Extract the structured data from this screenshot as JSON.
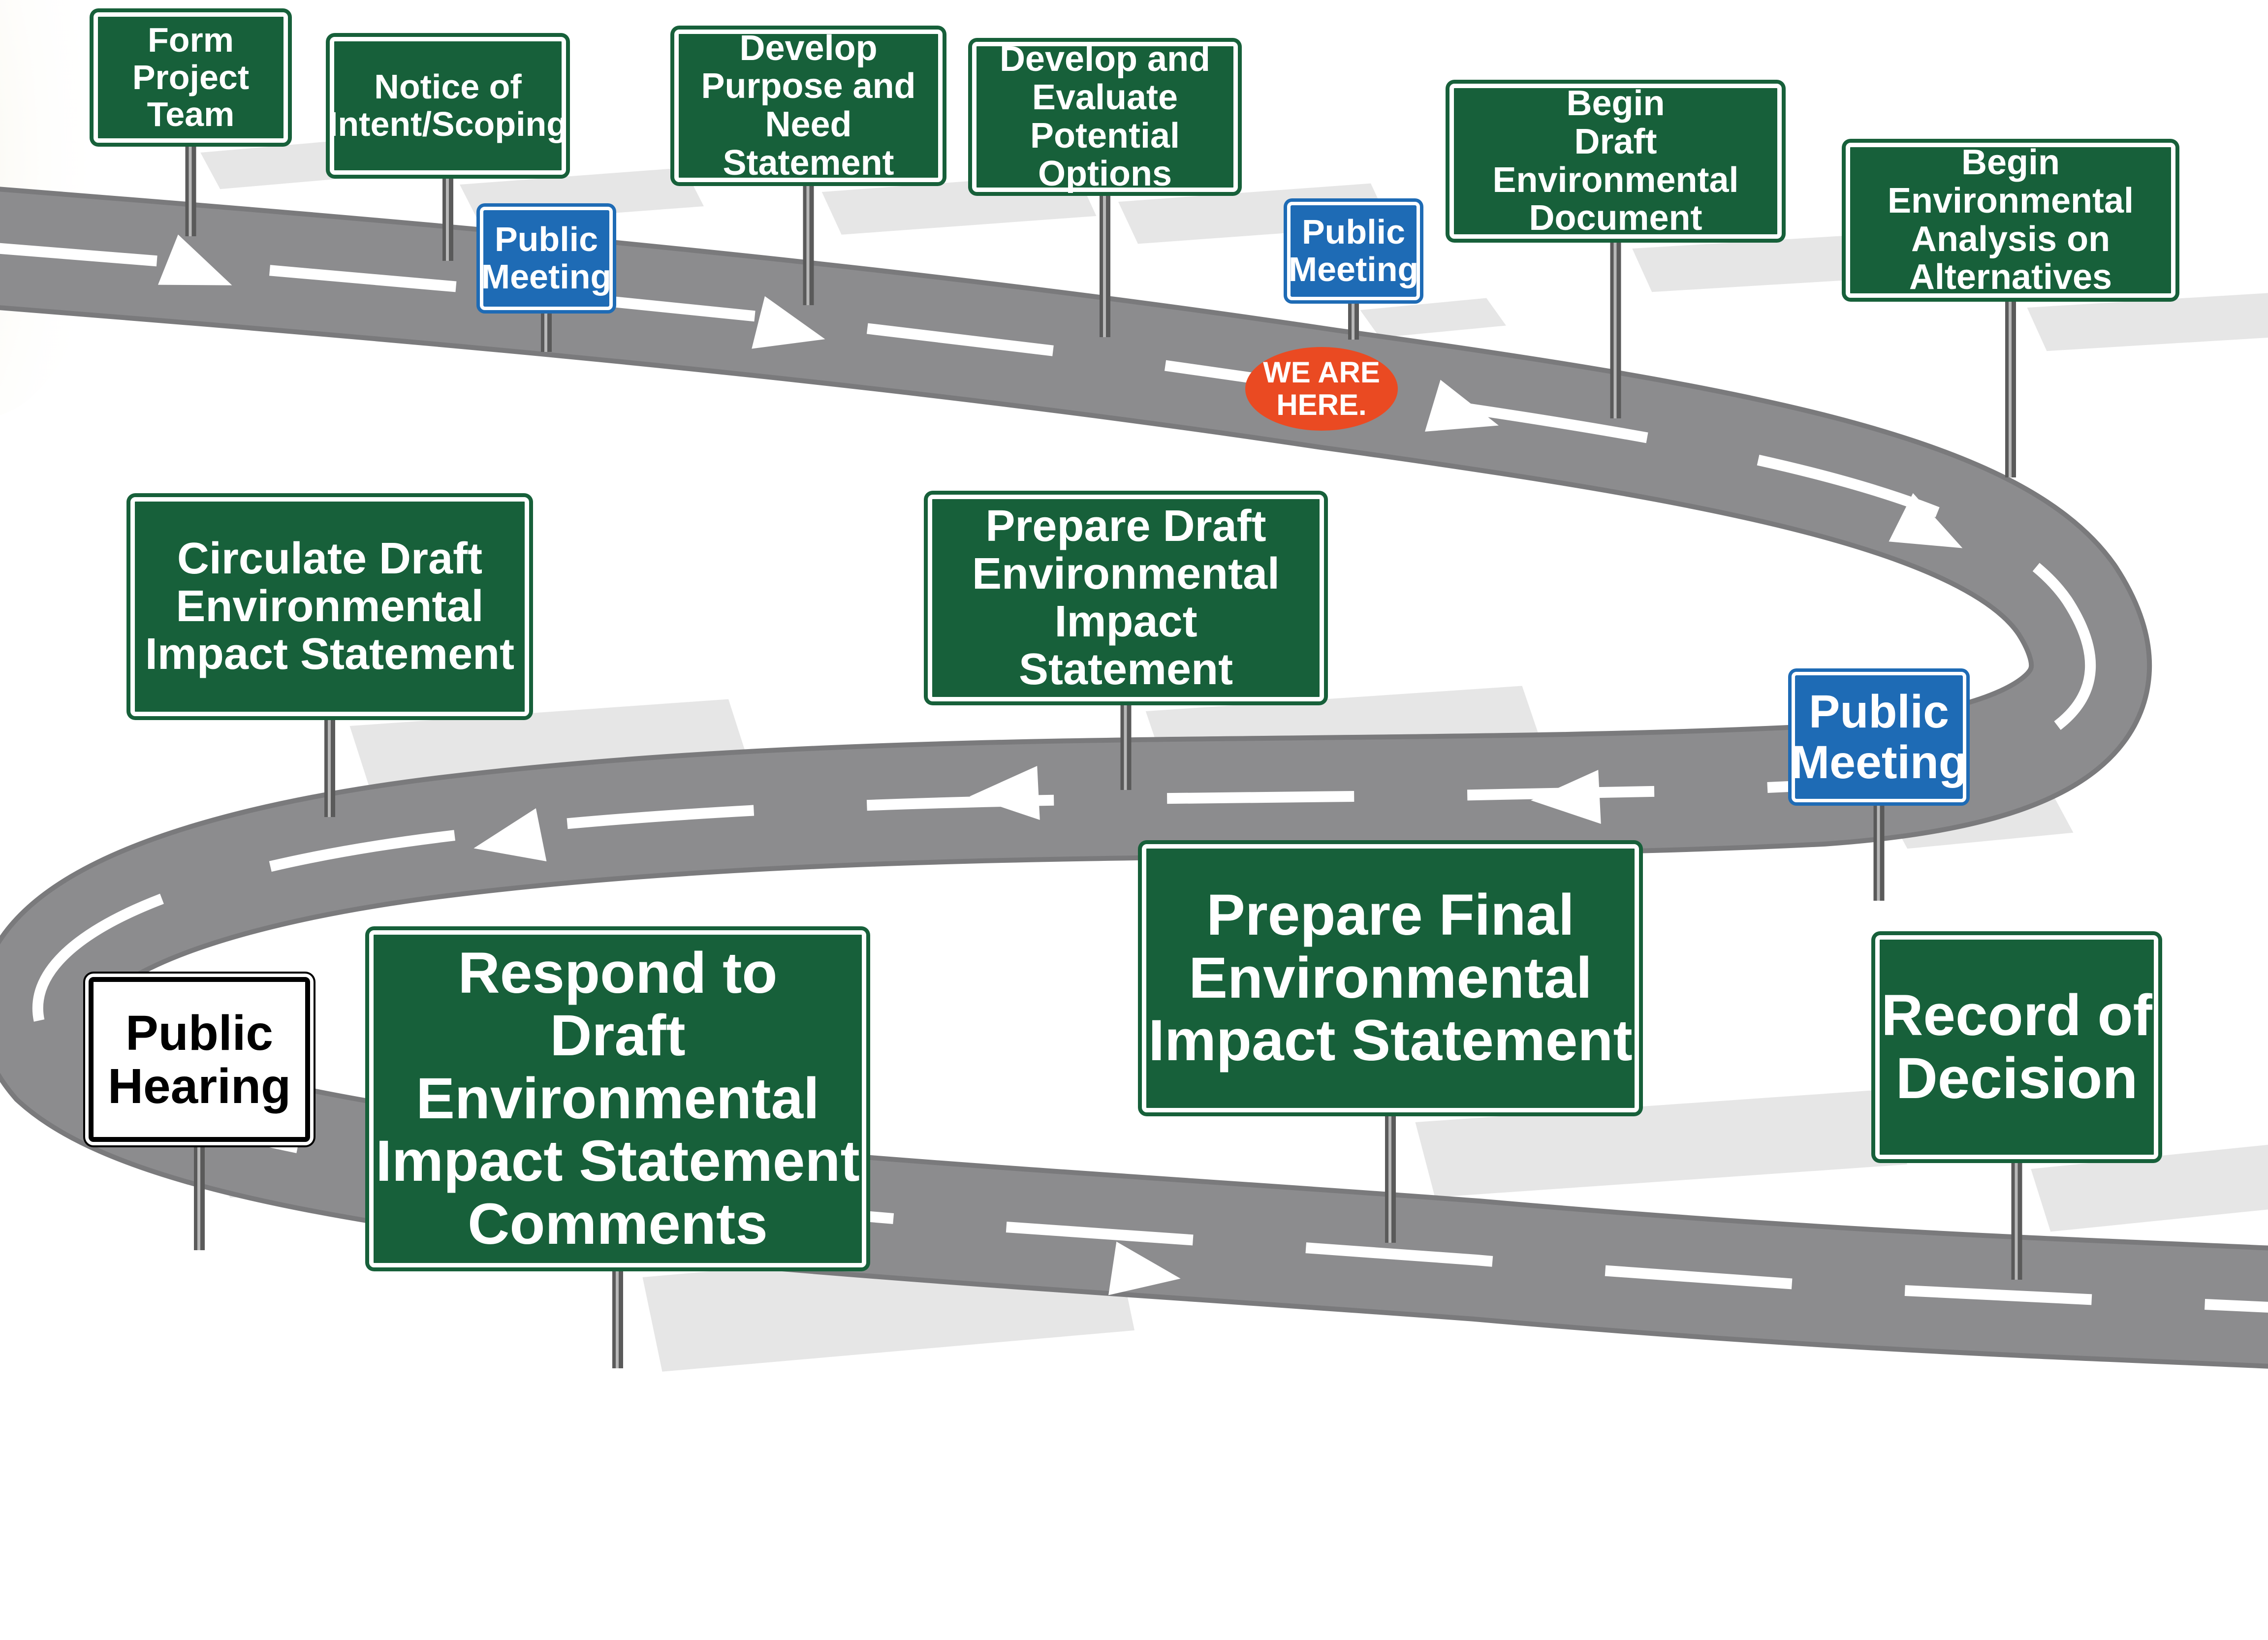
{
  "colors": {
    "background": "#ffffff",
    "road": "#8c8c8e",
    "road_edge": "#7a7a7c",
    "lane_marking": "#ffffff",
    "sign_green": "#17603a",
    "sign_blue": "#1e6bb5",
    "sign_white": "#ffffff",
    "sign_shadow": "#e6e6e6",
    "badge_orange": "#ea4a22",
    "corner_tint": "#efe9cf"
  },
  "process_signs": [
    {
      "id": "form-project-team",
      "text": "Form Project\nTeam",
      "style": "green"
    },
    {
      "id": "notice-of-intent-scoping",
      "text": "Notice of\nIntent/Scoping",
      "style": "green"
    },
    {
      "id": "public-meeting-1",
      "text": "Public\nMeeting",
      "style": "blue"
    },
    {
      "id": "develop-purpose-and-need",
      "text": "Develop\nPurpose and Need\nStatement",
      "style": "green"
    },
    {
      "id": "develop-evaluate-options",
      "text": "Develop and\nEvaluate Potential\nOptions",
      "style": "green"
    },
    {
      "id": "public-meeting-2",
      "text": "Public\nMeeting",
      "style": "blue"
    },
    {
      "id": "begin-draft-env-document",
      "text": "Begin\nDraft Environmental\nDocument",
      "style": "green"
    },
    {
      "id": "begin-env-analysis",
      "text": "Begin Environmental\nAnalysis on\nAlternatives",
      "style": "green"
    },
    {
      "id": "public-meeting-3",
      "text": "Public\nMeeting",
      "style": "blue"
    },
    {
      "id": "prepare-draft-eis",
      "text": "Prepare Draft\nEnvironmental Impact\nStatement",
      "style": "green"
    },
    {
      "id": "circulate-draft-eis",
      "text": "Circulate Draft\nEnvironmental\nImpact Statement",
      "style": "green"
    },
    {
      "id": "public-hearing",
      "text": "Public\nHearing",
      "style": "white"
    },
    {
      "id": "respond-to-comments",
      "text": "Respond to\nDraft Environmental\nImpact Statement\nComments",
      "style": "green"
    },
    {
      "id": "prepare-final-eis",
      "text": "Prepare Final\nEnvironmental\nImpact Statement",
      "style": "green"
    },
    {
      "id": "record-of-decision",
      "text": "Record of\nDecision",
      "style": "green"
    }
  ],
  "current_step_marker": {
    "text": "WE ARE\nHERE.",
    "at_step": "public-meeting-2"
  }
}
